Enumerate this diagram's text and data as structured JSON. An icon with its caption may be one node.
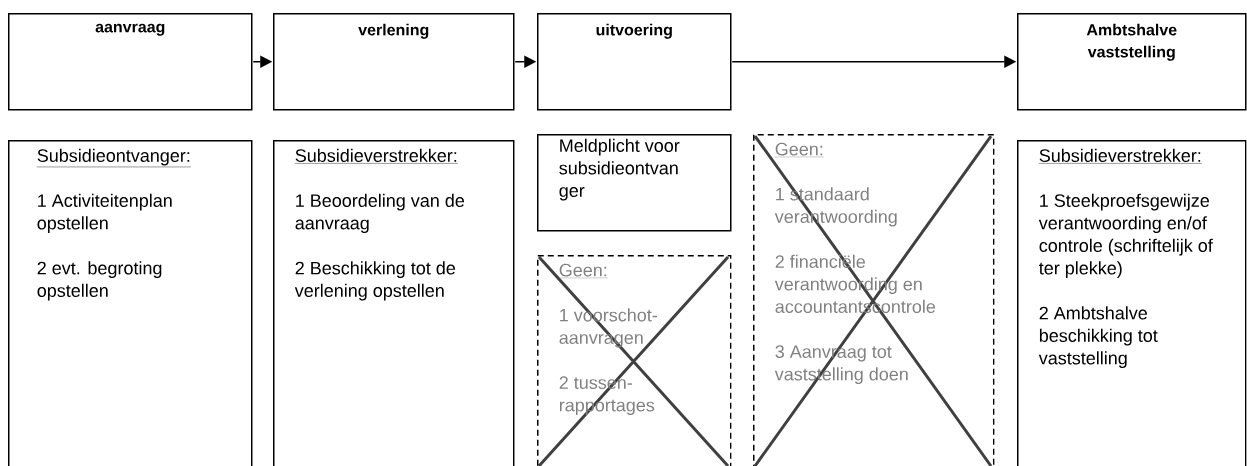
{
  "diagram": {
    "nodes": [
      {
        "text": [
          "aanvraag"
        ]
      },
      {
        "text": [
          "verlening"
        ]
      },
      {
        "text": [
          "uitvoering"
        ]
      },
      {
        "text": [
          "Ambtshalve vaststelling"
        ]
      },
      {
        "text": [
          "Subsidieontvanger:",
          "1 Activiteitenplan opstellen",
          "2 evt. begroting opstellen"
        ]
      },
      {
        "text": [
          "Subsidieverstrekker:",
          "1 Beoordeling van de aanvraag",
          "2 Beschikking tot de verlening opstellen"
        ]
      },
      {
        "text": [
          "Meldplicht voor subsidieontvan ger"
        ]
      },
      {
        "text": [
          "Geen:",
          "1 voorschot-aanvragen",
          "2 tussen-rapportages"
        ]
      },
      {
        "text": [
          "Geen:",
          "1 standaard verantwoording",
          "2 financiële verantwoording en accountantscontrole",
          "3 Aanvraag tot vaststelling doen"
        ]
      },
      {
        "text": [
          "Subsidieverstrekker:",
          "1 Steekproefsgewijze verantwoording en/of controle (schriftelijk of ter plekke)",
          "2 Ambtshalve beschikking tot vaststelling"
        ]
      }
    ],
    "edges": [
      {
        "from": 0,
        "to": 1,
        "arrow": "to"
      },
      {
        "from": 1,
        "to": 2,
        "arrow": "to"
      },
      {
        "from": 2,
        "to": 3,
        "arrow": "to"
      }
    ]
  }
}
